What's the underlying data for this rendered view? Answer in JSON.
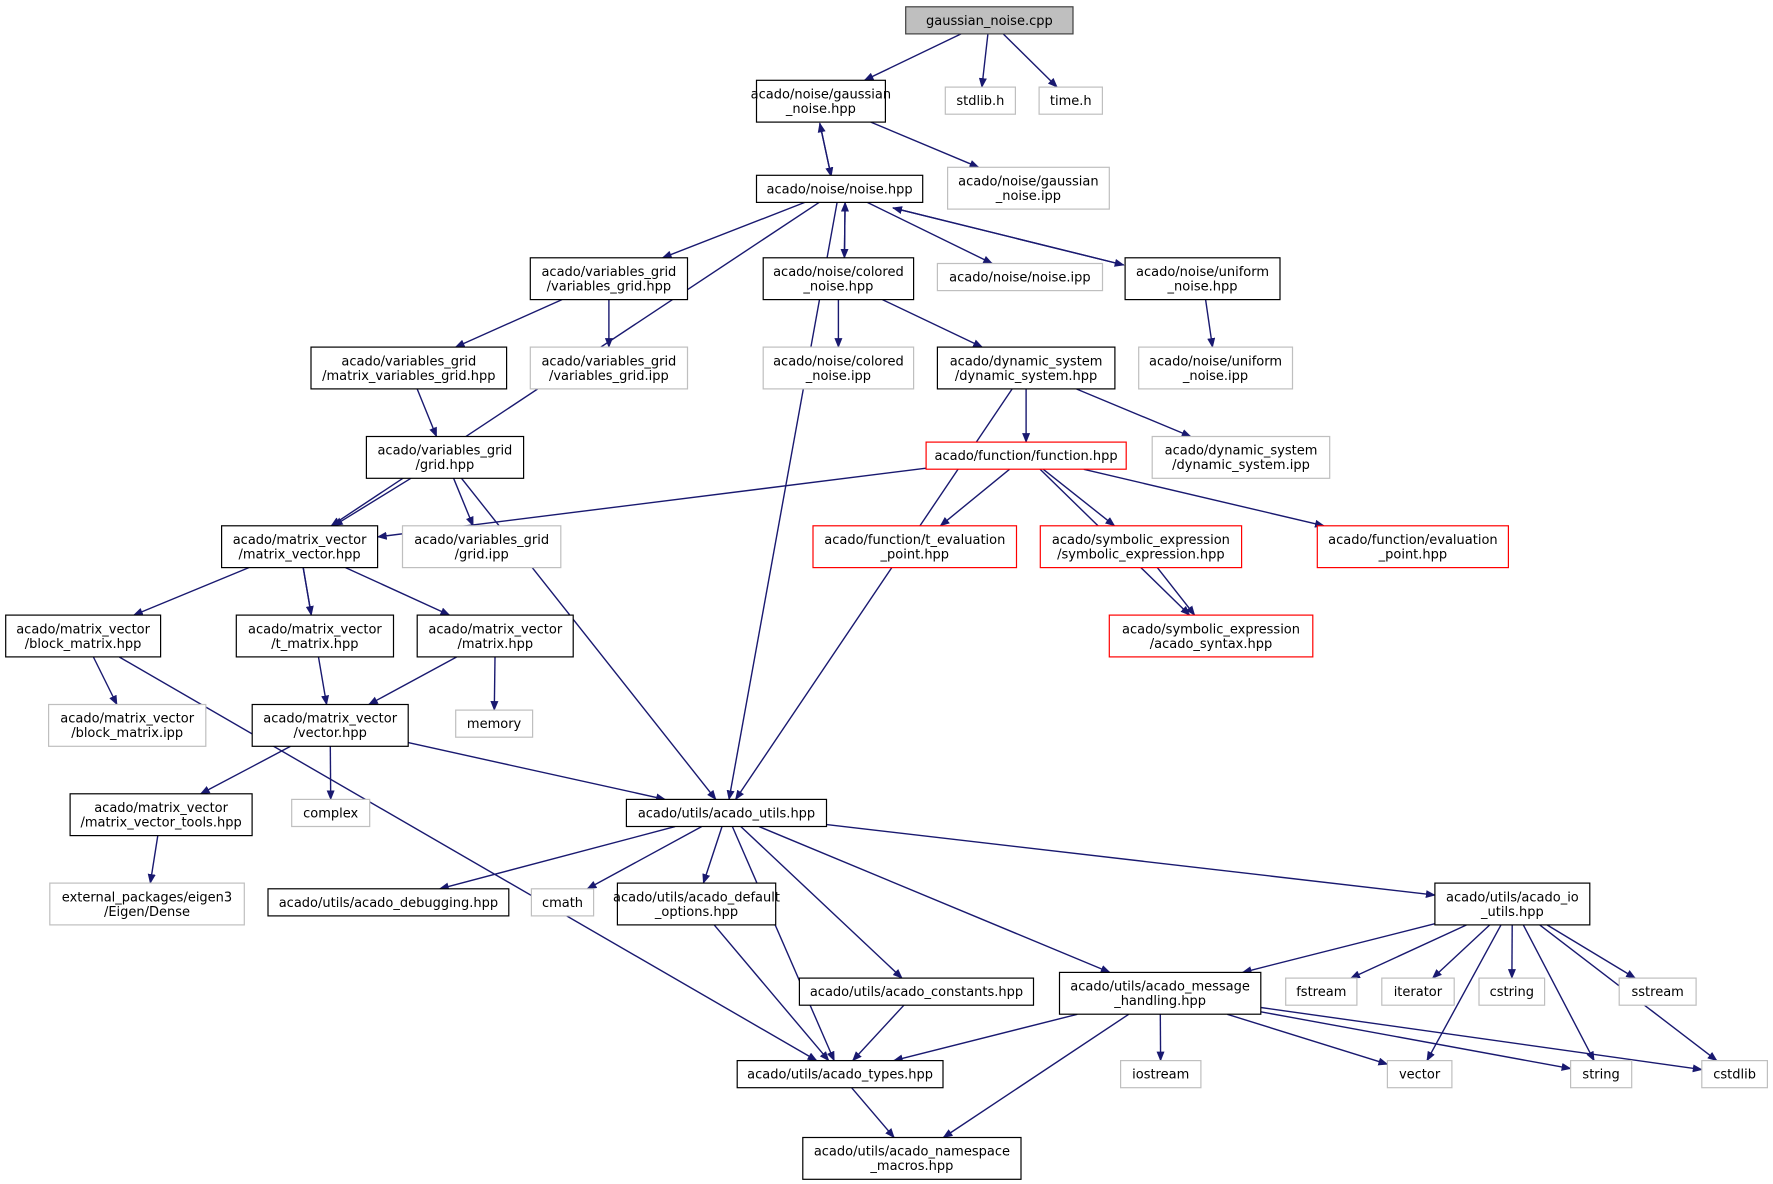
{
  "title": "gaussian_noise.cpp",
  "colors": {
    "root_fill": "#bfbfbf",
    "documented_border": "#000000",
    "external_border": "#bfbfbf",
    "truncated_border": "#ff0000",
    "edge": "#191970"
  },
  "nodes": [
    {
      "id": "root",
      "kind": "root",
      "lines": [
        "gaussian_noise.cpp"
      ]
    },
    {
      "id": "gn_hpp",
      "kind": "documented",
      "lines": [
        "acado/noise/gaussian",
        "_noise.hpp"
      ]
    },
    {
      "id": "stdlib_h",
      "kind": "external",
      "lines": [
        "stdlib.h"
      ]
    },
    {
      "id": "time_h",
      "kind": "external",
      "lines": [
        "time.h"
      ]
    },
    {
      "id": "noise_hpp",
      "kind": "documented",
      "lines": [
        "acado/noise/noise.hpp"
      ]
    },
    {
      "id": "gn_ipp",
      "kind": "external",
      "lines": [
        "acado/noise/gaussian",
        "_noise.ipp"
      ]
    },
    {
      "id": "vg_hpp",
      "kind": "documented",
      "lines": [
        "acado/variables_grid",
        "/variables_grid.hpp"
      ]
    },
    {
      "id": "cn_hpp",
      "kind": "documented",
      "lines": [
        "acado/noise/colored",
        "_noise.hpp"
      ]
    },
    {
      "id": "noise_ipp",
      "kind": "external",
      "lines": [
        "acado/noise/noise.ipp"
      ]
    },
    {
      "id": "un_hpp",
      "kind": "documented",
      "lines": [
        "acado/noise/uniform",
        "_noise.hpp"
      ]
    },
    {
      "id": "mvg_hpp",
      "kind": "documented",
      "lines": [
        "acado/variables_grid",
        "/matrix_variables_grid.hpp"
      ]
    },
    {
      "id": "vg_ipp",
      "kind": "external",
      "lines": [
        "acado/variables_grid",
        "/variables_grid.ipp"
      ]
    },
    {
      "id": "cn_ipp",
      "kind": "external",
      "lines": [
        "acado/noise/colored",
        "_noise.ipp"
      ]
    },
    {
      "id": "ds_hpp",
      "kind": "documented",
      "lines": [
        "acado/dynamic_system",
        "/dynamic_system.hpp"
      ]
    },
    {
      "id": "un_ipp",
      "kind": "external",
      "lines": [
        "acado/noise/uniform",
        "_noise.ipp"
      ]
    },
    {
      "id": "grid_hpp",
      "kind": "documented",
      "lines": [
        "acado/variables_grid",
        "/grid.hpp"
      ]
    },
    {
      "id": "func_hpp",
      "kind": "truncated",
      "lines": [
        "acado/function/function.hpp"
      ]
    },
    {
      "id": "ds_ipp",
      "kind": "external",
      "lines": [
        "acado/dynamic_system",
        "/dynamic_system.ipp"
      ]
    },
    {
      "id": "mv_hpp",
      "kind": "documented",
      "lines": [
        "acado/matrix_vector",
        "/matrix_vector.hpp"
      ]
    },
    {
      "id": "grid_ipp",
      "kind": "external",
      "lines": [
        "acado/variables_grid",
        "/grid.ipp"
      ]
    },
    {
      "id": "tev_hpp",
      "kind": "truncated",
      "lines": [
        "acado/function/t_evaluation",
        "_point.hpp"
      ]
    },
    {
      "id": "se_hpp",
      "kind": "truncated",
      "lines": [
        "acado/symbolic_expression",
        "/symbolic_expression.hpp"
      ]
    },
    {
      "id": "ev_hpp",
      "kind": "truncated",
      "lines": [
        "acado/function/evaluation",
        "_point.hpp"
      ]
    },
    {
      "id": "bm_hpp",
      "kind": "documented",
      "lines": [
        "acado/matrix_vector",
        "/block_matrix.hpp"
      ]
    },
    {
      "id": "tm_hpp",
      "kind": "documented",
      "lines": [
        "acado/matrix_vector",
        "/t_matrix.hpp"
      ]
    },
    {
      "id": "mat_hpp",
      "kind": "documented",
      "lines": [
        "acado/matrix_vector",
        "/matrix.hpp"
      ]
    },
    {
      "id": "syn_hpp",
      "kind": "truncated",
      "lines": [
        "acado/symbolic_expression",
        "/acado_syntax.hpp"
      ]
    },
    {
      "id": "bm_ipp",
      "kind": "external",
      "lines": [
        "acado/matrix_vector",
        "/block_matrix.ipp"
      ]
    },
    {
      "id": "vec_hpp",
      "kind": "documented",
      "lines": [
        "acado/matrix_vector",
        "/vector.hpp"
      ]
    },
    {
      "id": "memory",
      "kind": "external",
      "lines": [
        "memory"
      ]
    },
    {
      "id": "mvt_hpp",
      "kind": "documented",
      "lines": [
        "acado/matrix_vector",
        "/matrix_vector_tools.hpp"
      ]
    },
    {
      "id": "complex",
      "kind": "external",
      "lines": [
        "complex"
      ]
    },
    {
      "id": "au_hpp",
      "kind": "documented",
      "lines": [
        "acado/utils/acado_utils.hpp"
      ]
    },
    {
      "id": "eigen",
      "kind": "external",
      "lines": [
        "external_packages/eigen3",
        "/Eigen/Dense"
      ]
    },
    {
      "id": "dbg_hpp",
      "kind": "documented",
      "lines": [
        "acado/utils/acado_debugging.hpp"
      ]
    },
    {
      "id": "cmath",
      "kind": "external",
      "lines": [
        "cmath"
      ]
    },
    {
      "id": "def_hpp",
      "kind": "documented",
      "lines": [
        "acado/utils/acado_default",
        "_options.hpp"
      ]
    },
    {
      "id": "io_hpp",
      "kind": "documented",
      "lines": [
        "acado/utils/acado_io",
        "_utils.hpp"
      ]
    },
    {
      "id": "const_hpp",
      "kind": "documented",
      "lines": [
        "acado/utils/acado_constants.hpp"
      ]
    },
    {
      "id": "msg_hpp",
      "kind": "documented",
      "lines": [
        "acado/utils/acado_message",
        "_handling.hpp"
      ]
    },
    {
      "id": "fstream",
      "kind": "external",
      "lines": [
        "fstream"
      ]
    },
    {
      "id": "iterator",
      "kind": "external",
      "lines": [
        "iterator"
      ]
    },
    {
      "id": "cstring",
      "kind": "external",
      "lines": [
        "cstring"
      ]
    },
    {
      "id": "sstream",
      "kind": "external",
      "lines": [
        "sstream"
      ]
    },
    {
      "id": "types_hpp",
      "kind": "documented",
      "lines": [
        "acado/utils/acado_types.hpp"
      ]
    },
    {
      "id": "iostream",
      "kind": "external",
      "lines": [
        "iostream"
      ]
    },
    {
      "id": "vector",
      "kind": "external",
      "lines": [
        "vector"
      ]
    },
    {
      "id": "string",
      "kind": "external",
      "lines": [
        "string"
      ]
    },
    {
      "id": "cstdlib",
      "kind": "external",
      "lines": [
        "cstdlib"
      ]
    },
    {
      "id": "ns_hpp",
      "kind": "documented",
      "lines": [
        "acado/utils/acado_namespace",
        "_macros.hpp"
      ]
    }
  ],
  "edges": [
    [
      "root",
      "gn_hpp"
    ],
    [
      "root",
      "stdlib_h"
    ],
    [
      "root",
      "time_h"
    ],
    [
      "gn_hpp",
      "noise_hpp"
    ],
    [
      "gn_hpp",
      "gn_ipp"
    ],
    [
      "noise_hpp",
      "gn_hpp"
    ],
    [
      "noise_hpp",
      "vg_hpp"
    ],
    [
      "noise_hpp",
      "cn_hpp"
    ],
    [
      "noise_hpp",
      "noise_ipp"
    ],
    [
      "noise_hpp",
      "un_hpp"
    ],
    [
      "noise_hpp",
      "mv_hpp"
    ],
    [
      "noise_hpp",
      "au_hpp"
    ],
    [
      "cn_hpp",
      "noise_hpp"
    ],
    [
      "cn_hpp",
      "cn_ipp"
    ],
    [
      "cn_hpp",
      "ds_hpp"
    ],
    [
      "un_hpp",
      "noise_hpp"
    ],
    [
      "un_hpp",
      "un_ipp"
    ],
    [
      "vg_hpp",
      "mvg_hpp"
    ],
    [
      "vg_hpp",
      "vg_ipp"
    ],
    [
      "mvg_hpp",
      "grid_hpp"
    ],
    [
      "grid_hpp",
      "mv_hpp"
    ],
    [
      "grid_hpp",
      "grid_ipp"
    ],
    [
      "grid_hpp",
      "au_hpp"
    ],
    [
      "ds_hpp",
      "func_hpp"
    ],
    [
      "ds_hpp",
      "ds_ipp"
    ],
    [
      "ds_hpp",
      "au_hpp"
    ],
    [
      "func_hpp",
      "mv_hpp"
    ],
    [
      "func_hpp",
      "tev_hpp"
    ],
    [
      "func_hpp",
      "se_hpp"
    ],
    [
      "func_hpp",
      "ev_hpp"
    ],
    [
      "func_hpp",
      "syn_hpp"
    ],
    [
      "se_hpp",
      "syn_hpp"
    ],
    [
      "mv_hpp",
      "bm_hpp"
    ],
    [
      "mv_hpp",
      "tm_hpp"
    ],
    [
      "mv_hpp",
      "mat_hpp"
    ],
    [
      "mv_hpp",
      "vec_hpp"
    ],
    [
      "bm_hpp",
      "bm_ipp"
    ],
    [
      "bm_hpp",
      "types_hpp"
    ],
    [
      "mat_hpp",
      "vec_hpp"
    ],
    [
      "mat_hpp",
      "memory"
    ],
    [
      "vec_hpp",
      "mvt_hpp"
    ],
    [
      "vec_hpp",
      "complex"
    ],
    [
      "vec_hpp",
      "au_hpp"
    ],
    [
      "mvt_hpp",
      "eigen"
    ],
    [
      "au_hpp",
      "dbg_hpp"
    ],
    [
      "au_hpp",
      "cmath"
    ],
    [
      "au_hpp",
      "def_hpp"
    ],
    [
      "au_hpp",
      "types_hpp"
    ],
    [
      "au_hpp",
      "const_hpp"
    ],
    [
      "au_hpp",
      "msg_hpp"
    ],
    [
      "au_hpp",
      "io_hpp"
    ],
    [
      "def_hpp",
      "types_hpp"
    ],
    [
      "const_hpp",
      "types_hpp"
    ],
    [
      "io_hpp",
      "msg_hpp"
    ],
    [
      "io_hpp",
      "fstream"
    ],
    [
      "io_hpp",
      "iterator"
    ],
    [
      "io_hpp",
      "cstring"
    ],
    [
      "io_hpp",
      "sstream"
    ],
    [
      "io_hpp",
      "vector"
    ],
    [
      "io_hpp",
      "string"
    ],
    [
      "io_hpp",
      "cstdlib"
    ],
    [
      "msg_hpp",
      "types_hpp"
    ],
    [
      "msg_hpp",
      "iostream"
    ],
    [
      "msg_hpp",
      "vector"
    ],
    [
      "msg_hpp",
      "string"
    ],
    [
      "msg_hpp",
      "cstdlib"
    ],
    [
      "msg_hpp",
      "ns_hpp"
    ],
    [
      "types_hpp",
      "ns_hpp"
    ]
  ]
}
